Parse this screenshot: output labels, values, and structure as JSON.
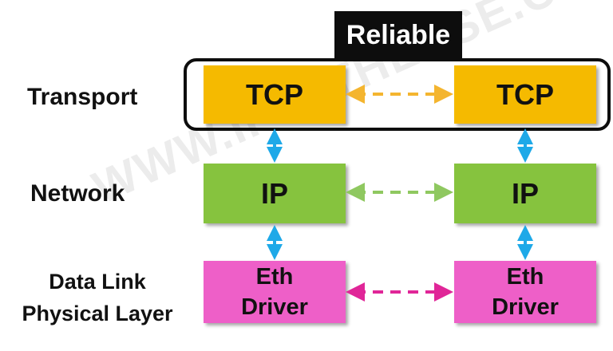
{
  "reliable_label": "Reliable",
  "watermark": "WWW.IPWITHEASE.COM",
  "layers": {
    "transport": "Transport",
    "network": "Network",
    "datalink_line1": "Data Link",
    "datalink_line2": "Physical Layer"
  },
  "boxes": {
    "tcp": "TCP",
    "ip": "IP",
    "eth_line1": "Eth",
    "eth_line2": "Driver"
  },
  "colors": {
    "tcp_fill": "#F5BA00",
    "ip_fill": "#86C33E",
    "eth_fill": "#EE5FC8",
    "tcp_arrow": "#F4B52F",
    "ip_arrow": "#8FC860",
    "eth_arrow": "#E02698",
    "vertical_arrow": "#1EA9E8",
    "frame": "#0D0D0D"
  }
}
